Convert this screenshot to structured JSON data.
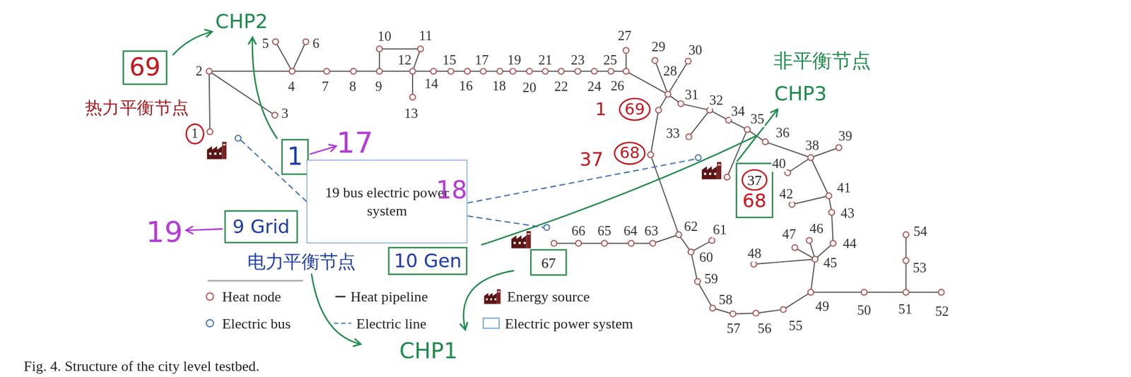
{
  "diagram": {
    "caption": "Fig. 4. Structure of the city level testbed.",
    "nodes": [
      {
        "text": [
          "69"
        ]
      },
      {
        "text": [
          "1"
        ]
      },
      {
        "text": [
          "19 bus electric power system"
        ]
      },
      {
        "text": [
          "9 Grid"
        ]
      },
      {
        "text": [
          "10 Gen"
        ]
      },
      {
        "text": [
          "67"
        ]
      },
      {
        "text": [
          "37",
          "68"
        ]
      }
    ],
    "labels": [
      "1",
      "2",
      "3",
      "4",
      "5",
      "6",
      "7",
      "8",
      "9",
      "10",
      "11",
      "12",
      "13",
      "14",
      "15",
      "16",
      "17",
      "18",
      "19",
      "20",
      "21",
      "22",
      "23",
      "24",
      "25",
      "26",
      "27",
      "28",
      "29",
      "30",
      "31",
      "32",
      "33",
      "34",
      "35",
      "36",
      "38",
      "39",
      "40",
      "41",
      "42",
      "43",
      "44",
      "45",
      "46",
      "47",
      "48",
      "49",
      "50",
      "51",
      "52",
      "53",
      "54",
      "55",
      "56",
      "57",
      "58",
      "59",
      "60",
      "61",
      "62",
      "63",
      "64",
      "65",
      "66",
      "CHP2",
      "热力平衡节点",
      "17",
      "18",
      "19",
      "电力平衡节点",
      "CHP1",
      "1",
      "69",
      "37",
      "68",
      "非平衡节点",
      "CHP3"
    ],
    "legend": [
      {
        "text": "Heat node"
      },
      {
        "text": "Heat pipeline"
      },
      {
        "text": "Energy source"
      },
      {
        "text": "Electric bus"
      },
      {
        "text": "Electric line"
      },
      {
        "text": "Electric power system"
      }
    ]
  }
}
